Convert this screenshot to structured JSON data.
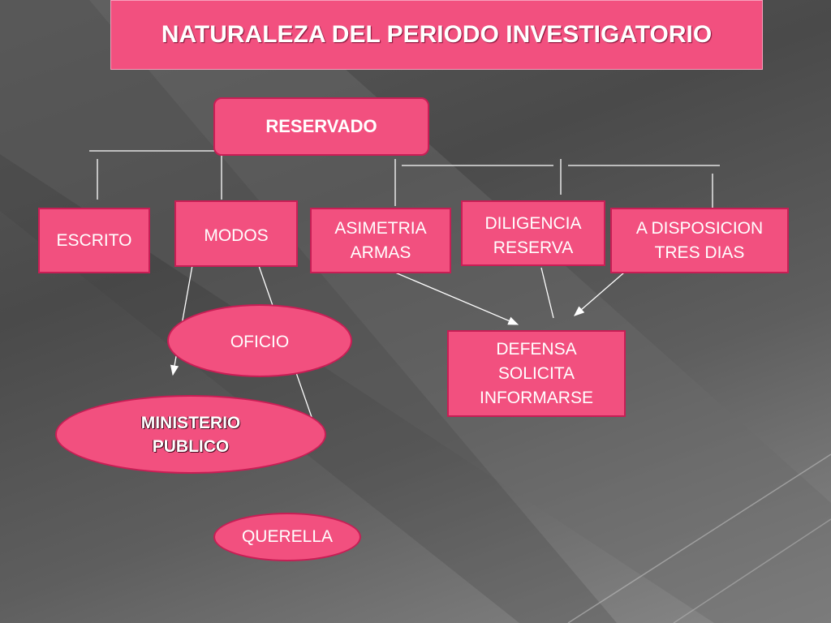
{
  "title": "NATURALEZA DEL PERIODO INVESTIGATORIO",
  "nodes": {
    "reservado": "RESERVADO",
    "escrito": "ESCRITO",
    "modos": "MODOS",
    "asimetria": "ASIMETRIA\nARMAS",
    "diligencia": "DILIGENCIA\nRESERVA",
    "disposicion": "A DISPOSICION\nTRES DIAS",
    "defensa": "DEFENSA\nSOLICITA\nINFORMARSE",
    "oficio": "OFICIO",
    "ministerio": "MINISTERIO\nPUBLICO",
    "querella": "QUERELLA"
  },
  "colors": {
    "node_fill": "#f2507f",
    "node_border": "#c81e55",
    "connector": "#ffffff"
  }
}
